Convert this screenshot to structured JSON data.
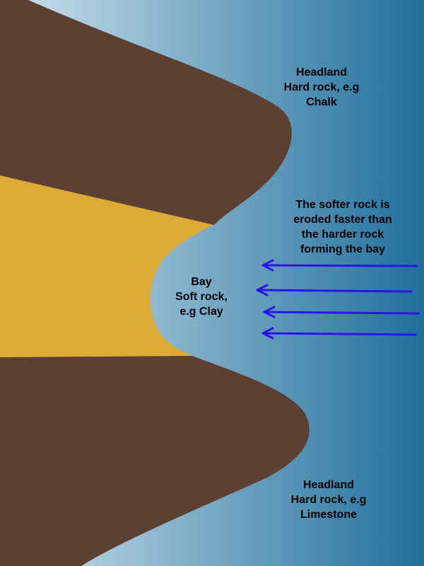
{
  "diagram": {
    "colors": {
      "water_light": "#cfe3ee",
      "water_dark": "#1f6f9c",
      "hard_rock": "#5e4033",
      "soft_rock": "#dcab33",
      "arrow": "#2a14e8",
      "text": "#000000"
    },
    "labels": {
      "headland_top": [
        "Headland",
        "Hard rock, e.g",
        "Chalk"
      ],
      "bay": [
        "Bay",
        "Soft rock,",
        "e.g Clay"
      ],
      "headland_bottom": [
        "Headland",
        "Hard rock, e.g",
        "Limestone"
      ],
      "erosion_note": [
        "The softer rock is",
        "eroded faster than",
        "the harder rock",
        "forming the bay"
      ]
    },
    "wave_arrows": {
      "count": 4,
      "icon": "arrow-left-icon"
    }
  }
}
